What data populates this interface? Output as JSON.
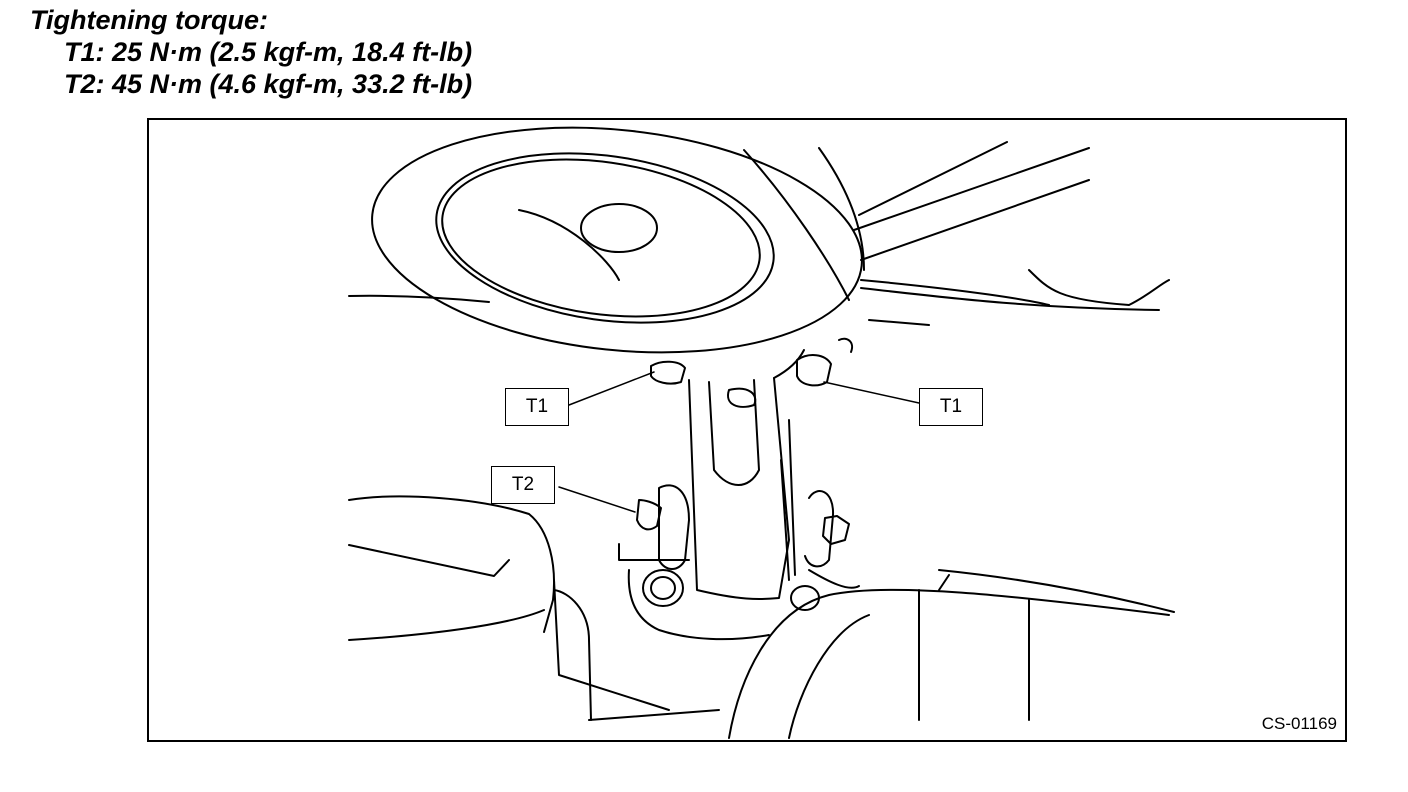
{
  "spec": {
    "heading": "Tightening torque:",
    "torques": [
      "T1: 25 N·m (2.5 kgf-m, 18.4 ft-lb)",
      "T2: 45 N·m (4.6 kgf-m, 33.2 ft-lb)"
    ]
  },
  "figure": {
    "callouts": [
      "T1",
      "T1",
      "T2"
    ],
    "figure_id": "CS-01169"
  }
}
